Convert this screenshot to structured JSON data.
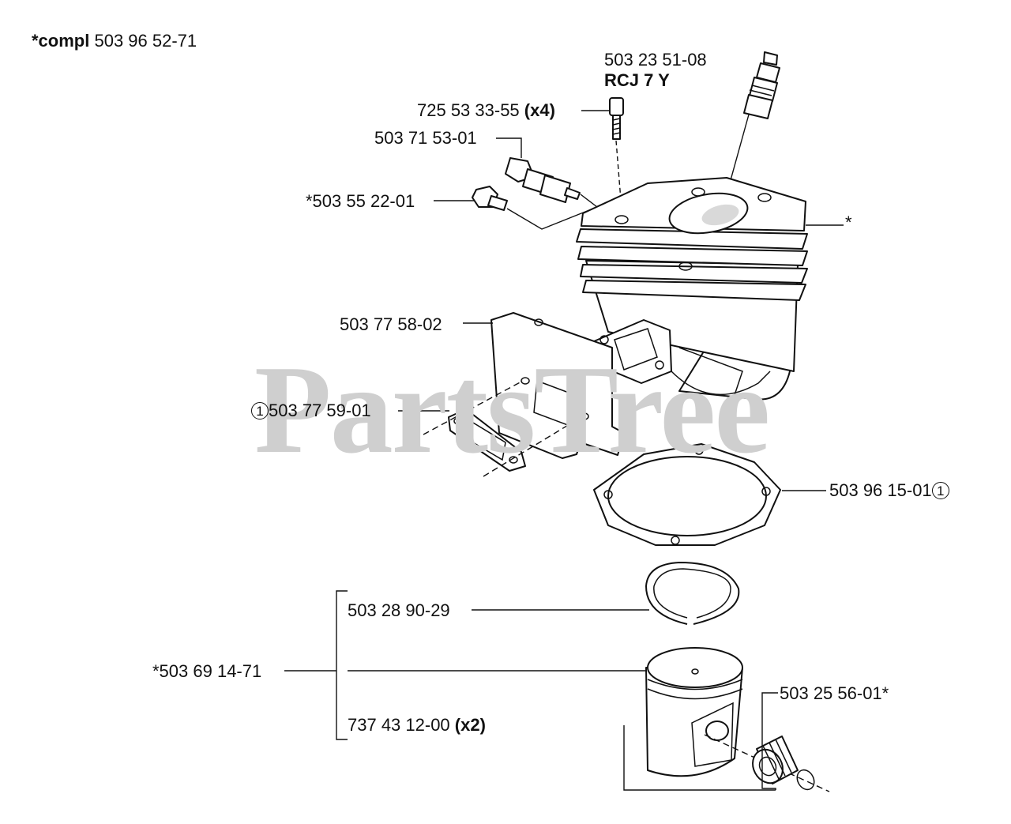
{
  "title": {
    "prefix": "*compl",
    "number": "503 96 52-71"
  },
  "watermark": "PartsTree",
  "labels": {
    "spark_plug_number": "503 23 51-08",
    "spark_plug_type": "RCJ 7 Y",
    "screw_number": "725 53 33-55",
    "screw_qty": "(x4)",
    "valve": "503 71 53-01",
    "plug": "*503 55 22-01",
    "cylinder_marker": "*",
    "plate": "503 77 58-02",
    "gasket_muffler_badge": "1",
    "gasket_muffler": "503 77 59-01",
    "gasket_base": "503 96 15-01",
    "gasket_base_badge": "1",
    "ring": "503 28 90-29",
    "piston_kit": "*503 69 14-71",
    "circlip_number": "737 43 12-00",
    "circlip_qty": "(x2)",
    "bearing": "503 25 56-01*"
  }
}
